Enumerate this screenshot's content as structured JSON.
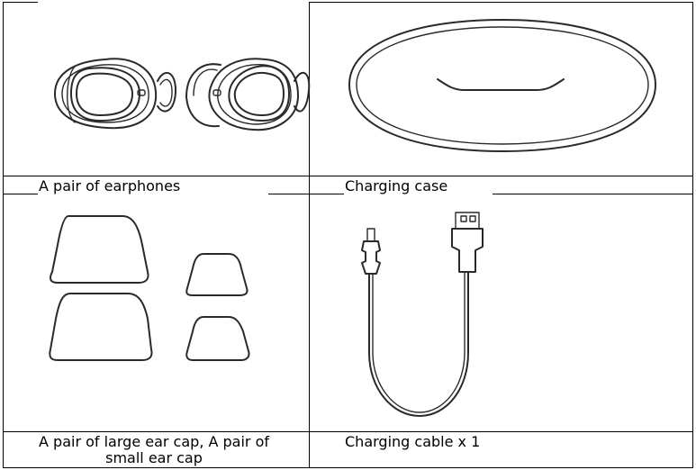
{
  "items": [
    {
      "caption": "A pair of earphones",
      "icon": "earphones-icon"
    },
    {
      "caption": "Charging case",
      "icon": "charging-case-icon"
    },
    {
      "caption": "A pair of large ear cap, A pair of\nsmall ear cap",
      "icon": "ear-caps-icon"
    },
    {
      "caption": "Charging cable x 1",
      "icon": "usb-cable-icon"
    }
  ]
}
